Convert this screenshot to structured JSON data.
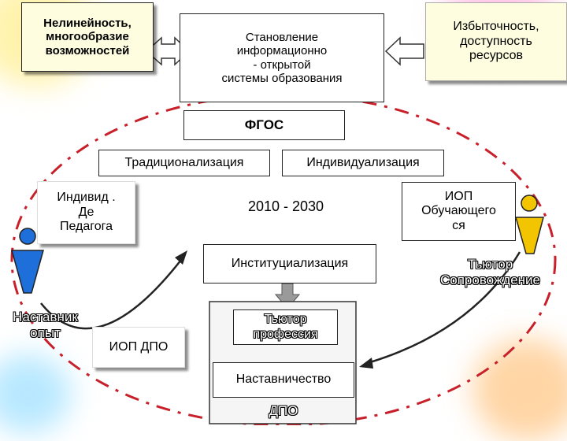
{
  "top": {
    "left": "Нелинейность,\nмногообразие\nвозможностей",
    "center": "Становление\nинформационно\n- открытой\nсистемы образования",
    "right": "Избыточность,\nдоступность\nресурсов"
  },
  "fgos": "ФГОС",
  "traditionalization": "Традиционализация",
  "individualization": "Индивидуализация",
  "individ_pedagog": "Индивид .\nДе\nПедагога",
  "period": "2010 - 2030",
  "iop_student": "ИОП\nОбучающего\nся",
  "tutor_support": "Тьютор\nСопровождение",
  "institutionalization": "Институциализация",
  "mentor_experience": "Наставник\nопыт",
  "iop_dpo": "ИОП ДПО",
  "tutor_profession": "Тьютор\nпрофессия",
  "mentoring": "Наставничество",
  "dpo": "ДПО",
  "colors": {
    "ellipse_dash": "#c8202a",
    "figure_left": "#1e6fd9",
    "figure_right": "#f2c500",
    "arrow_fill": "#ffffff",
    "down_arrow": "#9a9a9a",
    "yellow_box": "#fffde0"
  },
  "icons": {
    "figure_left": "person-figure-blue",
    "figure_right": "person-figure-yellow"
  }
}
